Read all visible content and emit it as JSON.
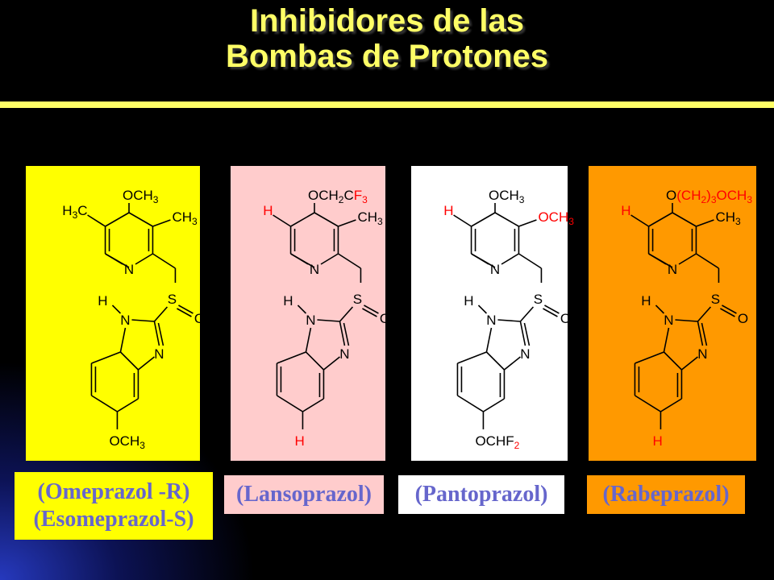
{
  "title": {
    "line1": "Inhibidores de las",
    "line2": "Bombas de Protones"
  },
  "colors": {
    "title": "#ffff66",
    "omeprazole_bg": "#ffff00",
    "lansoprazole_bg": "#ffcccc",
    "pantoprazole_bg": "#ffffff",
    "rabeprazole_bg": "#ff9900",
    "highlight_red": "#ff0000",
    "label_text": "#6666cc"
  },
  "molecules": [
    {
      "id": "omeprazole",
      "labels": [
        "(Omeprazol -R)",
        "(Esomeprazol-S)"
      ],
      "top_group": "OCH3",
      "left_group": "H3C",
      "right_group": "CH3",
      "bottom_group": "OCH3"
    },
    {
      "id": "lansoprazole",
      "labels": [
        "(Lansoprazol)"
      ],
      "top_group": "OCH2CF3",
      "left_group": "H",
      "right_group": "CH3",
      "bottom_group": "H"
    },
    {
      "id": "pantoprazole",
      "labels": [
        "(Pantoprazol)"
      ],
      "top_group": "OCH3",
      "left_group": "H",
      "right_group": "OCH3",
      "bottom_group": "OCHF2"
    },
    {
      "id": "rabeprazole",
      "labels": [
        "(Rabeprazol)"
      ],
      "top_group": "O(CH2)3OCH3",
      "left_group": "H",
      "right_group": "CH3",
      "bottom_group": "H"
    }
  ],
  "atoms": {
    "N": "N",
    "S": "S",
    "O": "O",
    "H": "H"
  }
}
